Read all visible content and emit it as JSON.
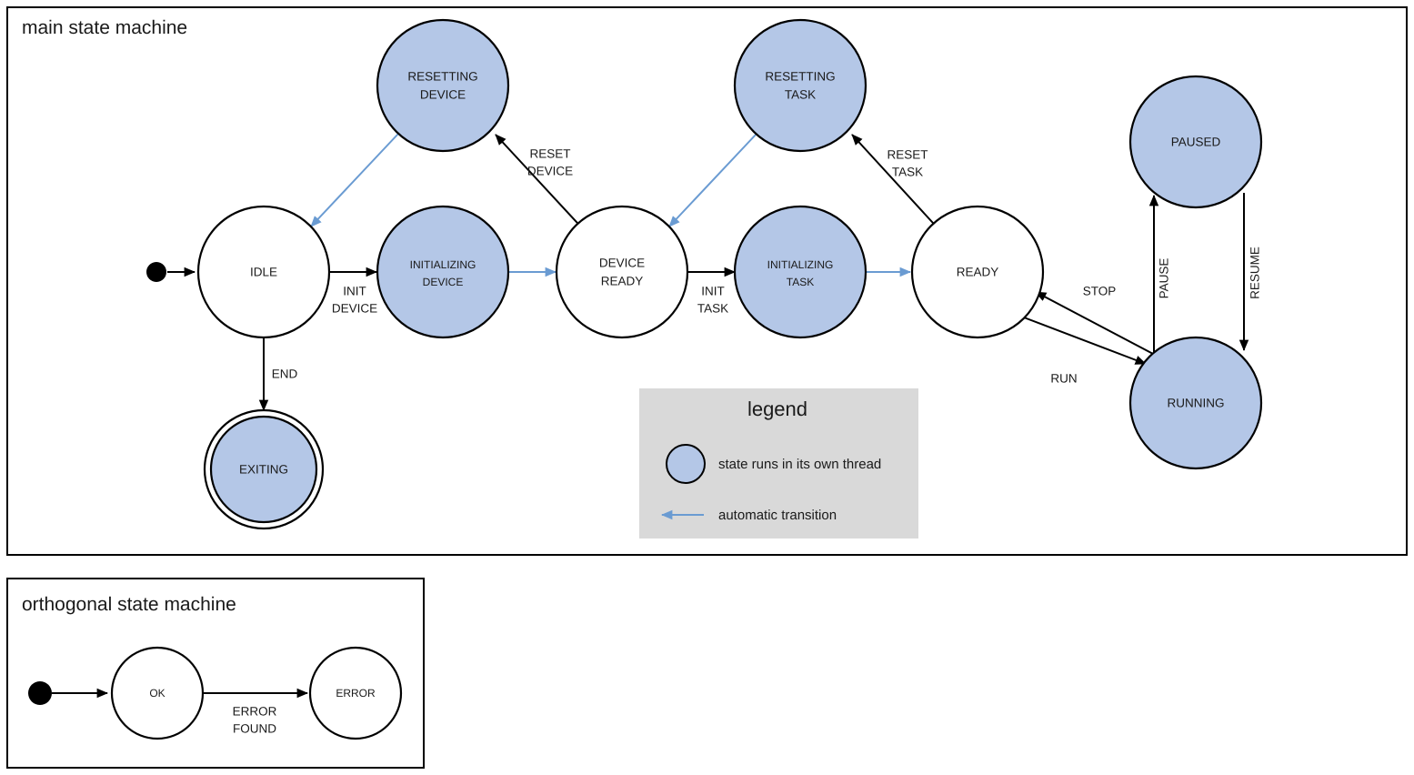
{
  "diagram": {
    "type": "state-machine",
    "accent_blue_fill": "#b4c7e7",
    "accent_blue_stroke": "#6a9bd2",
    "legend_bg": "#d9d9d9",
    "line_color": "#000000"
  },
  "main_frame": {
    "title": "main state machine",
    "states": [
      {
        "id": "idle",
        "label_line1": "IDLE",
        "label_line2": "",
        "threaded": false,
        "final": false
      },
      {
        "id": "resetting-device",
        "label_line1": "RESETTING",
        "label_line2": "DEVICE",
        "threaded": true,
        "final": false
      },
      {
        "id": "initializing-device",
        "label_line1": "INITIALIZING",
        "label_line2": "DEVICE",
        "threaded": true,
        "final": false
      },
      {
        "id": "device-ready",
        "label_line1": "DEVICE",
        "label_line2": "READY",
        "threaded": false,
        "final": false
      },
      {
        "id": "resetting-task",
        "label_line1": "RESETTING",
        "label_line2": "TASK",
        "threaded": true,
        "final": false
      },
      {
        "id": "initializing-task",
        "label_line1": "INITIALIZING",
        "label_line2": "TASK",
        "threaded": true,
        "final": false
      },
      {
        "id": "ready",
        "label_line1": "READY",
        "label_line2": "",
        "threaded": false,
        "final": false
      },
      {
        "id": "paused",
        "label_line1": "PAUSED",
        "label_line2": "",
        "threaded": true,
        "final": false
      },
      {
        "id": "running",
        "label_line1": "RUNNING",
        "label_line2": "",
        "threaded": true,
        "final": false
      },
      {
        "id": "exiting",
        "label_line1": "EXITING",
        "label_line2": "",
        "threaded": true,
        "final": true
      }
    ],
    "transitions": [
      {
        "id": "start-idle",
        "from": "start",
        "to": "idle",
        "label_line1": "",
        "label_line2": "",
        "automatic": false
      },
      {
        "id": "idle-initializing-device",
        "from": "idle",
        "to": "initializing-device",
        "label_line1": "INIT",
        "label_line2": "DEVICE",
        "automatic": false
      },
      {
        "id": "idle-exiting",
        "from": "idle",
        "to": "exiting",
        "label_line1": "END",
        "label_line2": "",
        "automatic": false
      },
      {
        "id": "initdev-deviceready",
        "from": "initializing-device",
        "to": "device-ready",
        "label_line1": "",
        "label_line2": "",
        "automatic": true
      },
      {
        "id": "deviceready-resetdevice",
        "from": "device-ready",
        "to": "resetting-device",
        "label_line1": "RESET",
        "label_line2": "DEVICE",
        "automatic": false
      },
      {
        "id": "resetdevice-idle",
        "from": "resetting-device",
        "to": "idle",
        "label_line1": "",
        "label_line2": "",
        "automatic": true
      },
      {
        "id": "deviceready-inittask",
        "from": "device-ready",
        "to": "initializing-task",
        "label_line1": "INIT",
        "label_line2": "TASK",
        "automatic": false
      },
      {
        "id": "inittask-ready",
        "from": "initializing-task",
        "to": "ready",
        "label_line1": "",
        "label_line2": "",
        "automatic": true
      },
      {
        "id": "ready-resettask",
        "from": "ready",
        "to": "resetting-task",
        "label_line1": "RESET",
        "label_line2": "TASK",
        "automatic": false
      },
      {
        "id": "resettask-deviceready",
        "from": "resetting-task",
        "to": "device-ready",
        "label_line1": "",
        "label_line2": "",
        "automatic": true
      },
      {
        "id": "ready-running",
        "from": "ready",
        "to": "running",
        "label_line1": "RUN",
        "label_line2": "",
        "automatic": false
      },
      {
        "id": "running-ready",
        "from": "running",
        "to": "ready",
        "label_line1": "STOP",
        "label_line2": "",
        "automatic": false
      },
      {
        "id": "running-paused",
        "from": "running",
        "to": "paused",
        "label_line1": "PAUSE",
        "label_line2": "",
        "automatic": false
      },
      {
        "id": "paused-running",
        "from": "paused",
        "to": "running",
        "label_line1": "RESUME",
        "label_line2": "",
        "automatic": false
      }
    ],
    "labels": {
      "init_device_l1": "INIT",
      "init_device_l2": "DEVICE",
      "end": "END",
      "reset_device_l1": "RESET",
      "reset_device_l2": "DEVICE",
      "init_task_l1": "INIT",
      "init_task_l2": "TASK",
      "reset_task_l1": "RESET",
      "reset_task_l2": "TASK",
      "run": "RUN",
      "stop": "STOP",
      "pause": "PAUSE",
      "resume": "RESUME"
    },
    "state_text": {
      "idle": "IDLE",
      "resetting_device_l1": "RESETTING",
      "resetting_device_l2": "DEVICE",
      "initializing_device_l1": "INITIALIZING",
      "initializing_device_l2": "DEVICE",
      "device_ready_l1": "DEVICE",
      "device_ready_l2": "READY",
      "resetting_task_l1": "RESETTING",
      "resetting_task_l2": "TASK",
      "initializing_task_l1": "INITIALIZING",
      "initializing_task_l2": "TASK",
      "ready": "READY",
      "paused": "PAUSED",
      "running": "RUNNING",
      "exiting": "EXITING"
    }
  },
  "legend": {
    "title": "legend",
    "items": [
      {
        "id": "threaded-state",
        "symbol": "blue-circle",
        "text": "state runs in its own thread"
      },
      {
        "id": "automatic-transition",
        "symbol": "blue-arrow-left",
        "text": "automatic transition"
      }
    ],
    "item0_text": "state runs in its own thread",
    "item1_text": "automatic transition"
  },
  "orthogonal_frame": {
    "title": "orthogonal state machine",
    "states": [
      {
        "id": "ok",
        "label": "OK"
      },
      {
        "id": "error",
        "label": "ERROR"
      }
    ],
    "state_text": {
      "ok": "OK",
      "error": "ERROR"
    },
    "transitions": [
      {
        "id": "start-ok",
        "from": "start",
        "to": "ok",
        "label_line1": "",
        "label_line2": ""
      },
      {
        "id": "ok-error",
        "from": "ok",
        "to": "error",
        "label_line1": "ERROR",
        "label_line2": "FOUND"
      }
    ],
    "labels": {
      "error_found_l1": "ERROR",
      "error_found_l2": "FOUND"
    }
  }
}
